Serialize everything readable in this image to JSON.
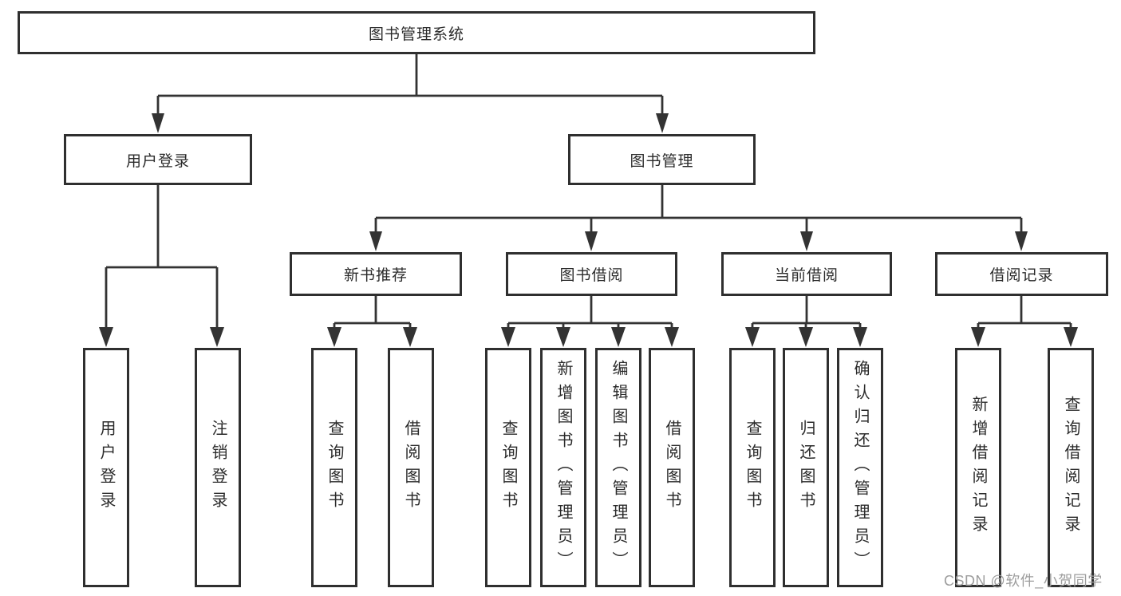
{
  "tree": {
    "root": "图书管理系统",
    "user_login": {
      "label": "用户登录",
      "children": [
        "用户登录",
        "注销登录"
      ]
    },
    "book_management": {
      "label": "图书管理",
      "sections": {
        "new_book_recommend": {
          "label": "新书推荐",
          "children": [
            "查询图书",
            "借阅图书"
          ]
        },
        "book_borrow": {
          "label": "图书借阅",
          "children": [
            "查询图书",
            "新增图书（管理员）",
            "编辑图书（管理员）",
            "借阅图书"
          ]
        },
        "current_borrow": {
          "label": "当前借阅",
          "children": [
            "查询图书",
            "归还图书",
            "确认归还（管理员）"
          ]
        },
        "borrow_record": {
          "label": "借阅记录",
          "children": [
            "新增借阅记录",
            "查询借阅记录"
          ]
        }
      }
    }
  },
  "watermark": "CSDN @软件_小贺同学",
  "colors": {
    "line": "#333333",
    "box_border": "#2f2f2f",
    "text": "#2b2b2b",
    "watermark": "#9d9d9d",
    "background": "#ffffff"
  }
}
